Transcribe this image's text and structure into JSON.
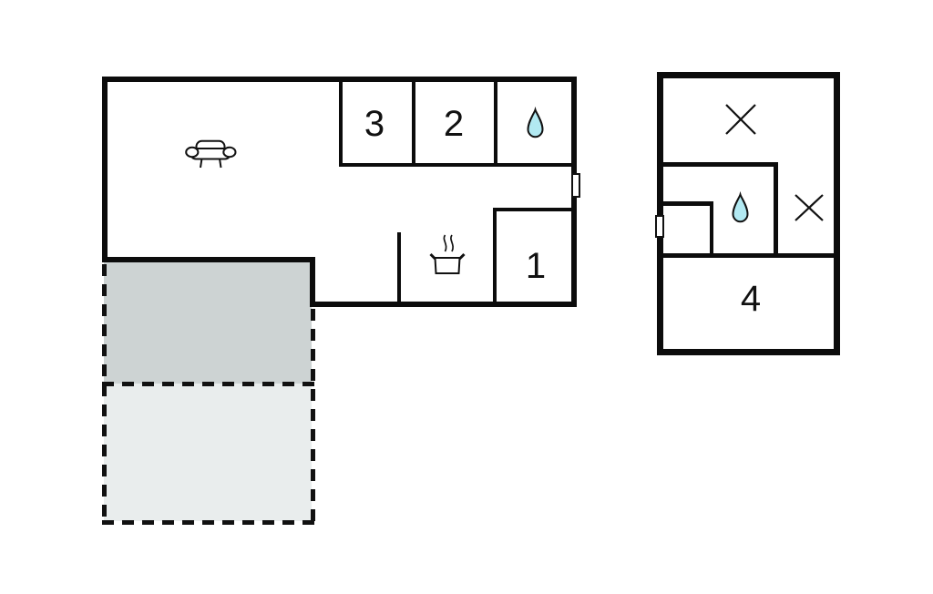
{
  "background_color": "#ffffff",
  "wall_color": "#0c0c0c",
  "rooms": {
    "room1": {
      "label": "1"
    },
    "room2": {
      "label": "2"
    },
    "room3": {
      "label": "3"
    },
    "room4": {
      "label": "4"
    }
  },
  "icons": {
    "main_living": "sofa-icon",
    "main_bath": "water-drop-icon",
    "main_kitchen": "cooking-pot-icon",
    "main_entrance": "door-icon",
    "annex_bed_top": "bed-x-icon",
    "annex_bed_right": "bed-x-icon",
    "annex_bath": "water-drop-icon",
    "annex_entrance": "door-icon"
  },
  "colors": {
    "water_drop_fill": "#b2e9f2",
    "terrace_covered": "#cdd3d3",
    "terrace_open": "#e9eded"
  }
}
